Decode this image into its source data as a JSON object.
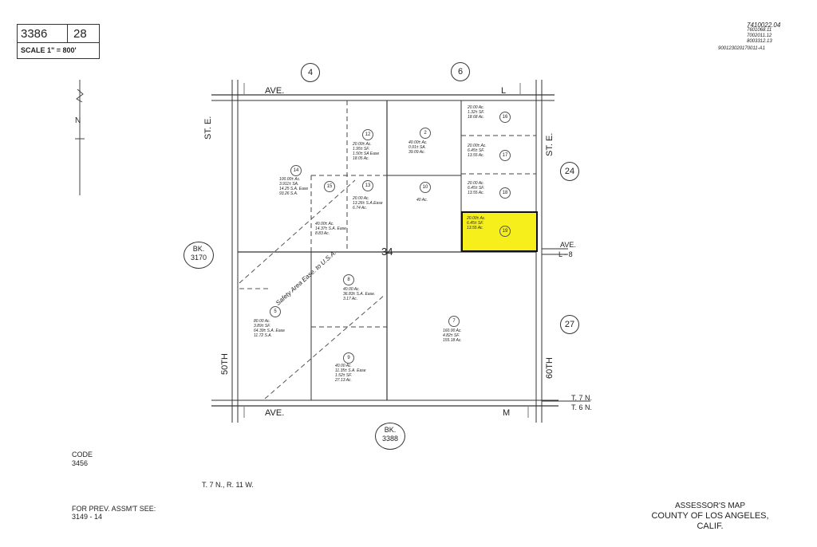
{
  "header": {
    "book": "3386",
    "page": "28",
    "scale": "SCALE 1\" = 800'",
    "top_right_codes": [
      "7410022.04",
      "7601068.11",
      "7002011.12",
      "8003312.13"
    ],
    "top_right_note": "900123020170011-A1"
  },
  "map": {
    "north_label": "N",
    "sheet_circles": [
      "4",
      "6",
      "24",
      "27"
    ],
    "book_left": {
      "label": "BK.",
      "num": "3170"
    },
    "book_bottom": {
      "label": "BK.",
      "num": "3388"
    },
    "section": "34",
    "streets": {
      "top_ave": "AVE.",
      "top_ave_letter": "L",
      "bottom_ave": "AVE.",
      "bottom_ave_letter": "M",
      "right_ave": "AVE.",
      "right_ave_sub": "L - 8",
      "left_st": "ST. E.",
      "left_st_num": "50TH",
      "right_st": "ST. E.",
      "right_st_num": "60TH",
      "township_top": "T. 7 N.",
      "township_bottom": "T. 6 N."
    },
    "easement_label": "Safety Area Ease. to U.S.A.",
    "parcels": [
      {
        "id": "14",
        "text": [
          "100.00± Ac.",
          "3.911± SA.",
          "14.25 S.A. Ease",
          "93.26 S.A."
        ]
      },
      {
        "id": "15",
        "text": [
          "40.00± Ac.",
          "14.37± S.A. Ease",
          "8.83 Ac."
        ]
      },
      {
        "id": "12",
        "text": [
          "20.00± Ac.",
          "1.95± SF.",
          "1.50± SA Ease",
          "18.05 Ac."
        ]
      },
      {
        "id": "13",
        "text": [
          "20.00 Ac.",
          "13.26± S.A.Ease",
          "6.74 Ac."
        ]
      },
      {
        "id": "2",
        "text": [
          "40.00± Ac.",
          "0.91± SA.",
          "39.09 Ac."
        ]
      },
      {
        "id": "10",
        "text": [
          "40 Ac."
        ]
      },
      {
        "id": "16",
        "text": [
          "20.00 Ac.",
          "1.32± SF.",
          "18.68 Ac."
        ]
      },
      {
        "id": "17",
        "text": [
          "20.00± Ac.",
          "6.45± SF.",
          "13.55 Ac."
        ]
      },
      {
        "id": "18",
        "text": [
          "20.00 Ac.",
          "6.45± SF.",
          "13.55 Ac."
        ]
      },
      {
        "id": "19",
        "text": [
          "20.00± Ac.",
          "6.45± SF.",
          "13.55 Ac."
        ]
      },
      {
        "id": "8",
        "text": [
          "40.00 Ac.",
          "36.83± S.A. Ease.",
          "3.17 Ac."
        ]
      },
      {
        "id": "5",
        "text": [
          "80.00 Ac.",
          "3.89± SF.",
          "64.39± S.A. Ease",
          "11.72 S.A."
        ]
      },
      {
        "id": "7",
        "text": [
          "160.00 Ac.",
          "4.82± SF.",
          "155.18 Ac."
        ]
      },
      {
        "id": "9",
        "text": [
          "40.00 Ac.",
          "11.35± S.A. Ease",
          "1.52± SF.",
          "27.13 Ac."
        ]
      }
    ],
    "highlight_color": "#f6ef1c"
  },
  "footer": {
    "code_label": "CODE",
    "code_value": "3456",
    "township": "T. 7 N., R. 11 W.",
    "prev_label": "FOR PREV. ASSM'T SEE:",
    "prev_value": "3149 - 14",
    "title1": "ASSESSOR'S MAP",
    "title2": "COUNTY OF LOS ANGELES, CALIF."
  }
}
